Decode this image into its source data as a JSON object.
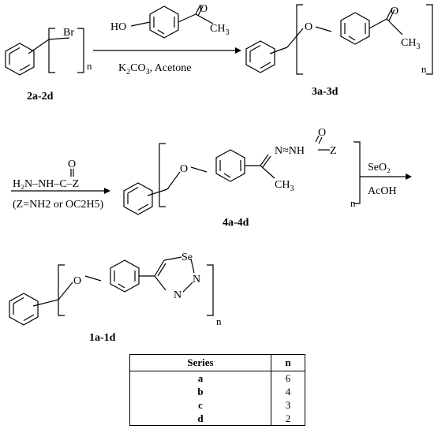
{
  "step1": {
    "reagent_ho": "HO",
    "reagent_o": "O",
    "reagent_ch3": "CH",
    "reagent_ch3_sub": "3",
    "conditions_k2co3_k": "K",
    "conditions_k2co3_sub1": "2",
    "conditions_k2co3_co": "CO",
    "conditions_k2co3_sub2": "3",
    "conditions_solvent": ", Acetone"
  },
  "compound_2": {
    "br": "Br",
    "n": "n",
    "label": "2a-2d"
  },
  "compound_3": {
    "o_ether": "O",
    "o_ketone": "O",
    "ch3": "CH",
    "ch3_sub": "3",
    "n": "n",
    "label": "3a-3d"
  },
  "step2": {
    "reagent_formula": "H₂N–NH–C–Z",
    "reagent_o": "O",
    "reagent_z_note": "(Z=NH2 or OC2H5)"
  },
  "compound_4": {
    "o_ether": "O",
    "hydrazone": "N≈NH",
    "o_carbonyl": "O",
    "z": "Z",
    "ch3": "CH",
    "ch3_sub": "3",
    "n": "n",
    "label": "4a-4d"
  },
  "step3": {
    "reagent1": "SeO₂",
    "reagent2": "AcOH"
  },
  "compound_1": {
    "o_ether": "O",
    "se": "Se",
    "n1": "N",
    "n2": "N",
    "n": "n",
    "label": "1a-1d"
  },
  "table": {
    "headers": [
      "Series",
      "n"
    ],
    "rows": [
      {
        "series": "a",
        "n": "6"
      },
      {
        "series": "b",
        "n": "4"
      },
      {
        "series": "c",
        "n": "3"
      },
      {
        "series": "d",
        "n": "2"
      }
    ]
  }
}
